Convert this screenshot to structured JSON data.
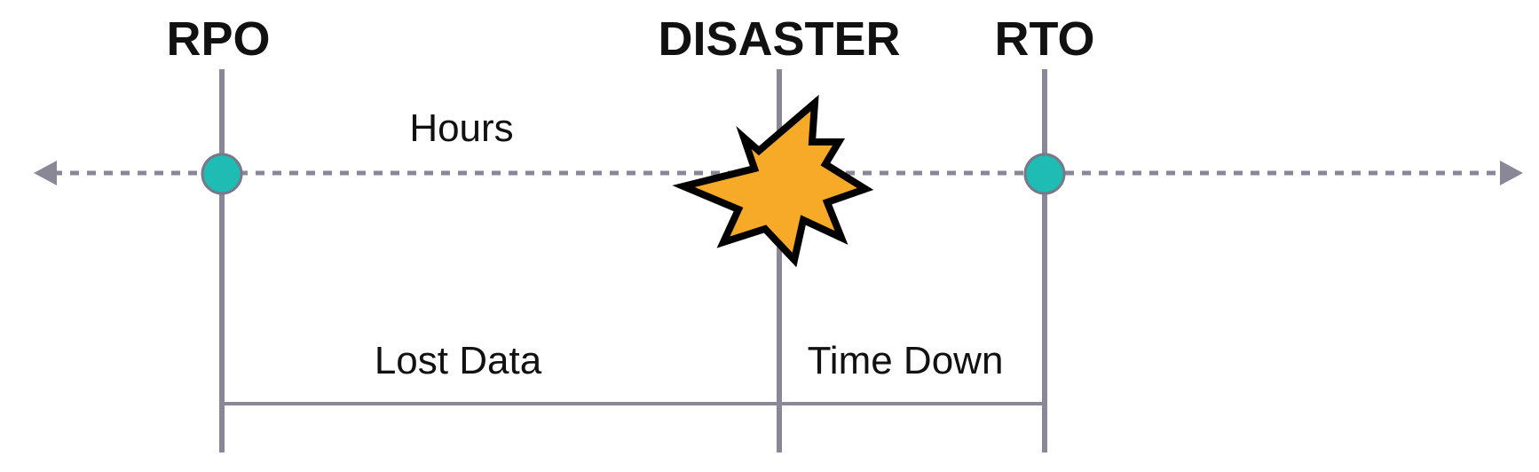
{
  "headings": {
    "rpo": "RPO",
    "disaster": "DISASTER",
    "rto": "RTO"
  },
  "labels": {
    "hours": "Hours",
    "lost_data": "Lost Data",
    "time_down": "Time Down"
  },
  "icons": {
    "disaster_marker": "explosion-star-icon",
    "rpo_marker": "circle-marker-icon",
    "rto_marker": "circle-marker-icon",
    "left_arrow": "arrow-left-icon",
    "right_arrow": "arrow-right-icon"
  },
  "colors": {
    "line": "#8a8797",
    "marker_fill": "#1fbcb3",
    "explosion_fill": "#f7a928",
    "explosion_stroke": "#000000",
    "text": "#111111"
  }
}
